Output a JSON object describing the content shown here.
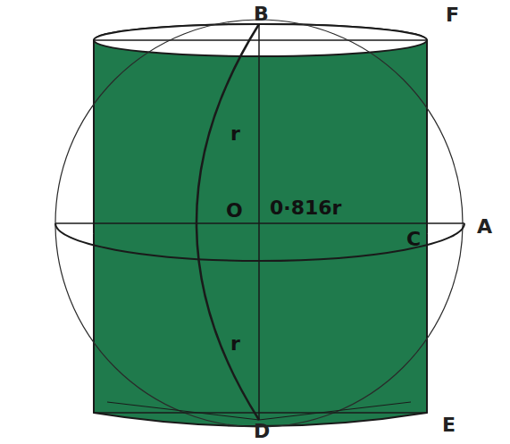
{
  "diagram": {
    "labels": [
      "B",
      "F",
      "r",
      "O",
      "0·816r",
      "C",
      "A",
      "r",
      "D",
      "E"
    ]
  }
}
